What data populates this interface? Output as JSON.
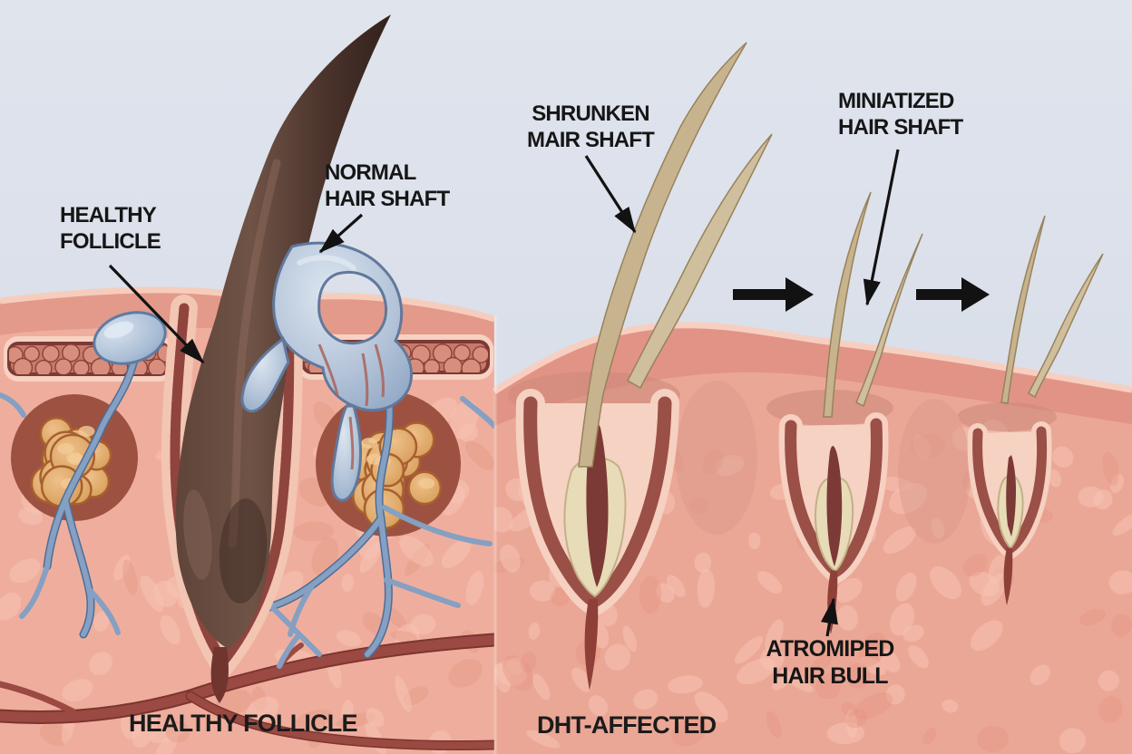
{
  "figure": {
    "type": "medical-illustration",
    "subject": "hair follicle miniaturization comparison"
  },
  "panels": {
    "left": {
      "caption": "HEALTHY FOLLICLE",
      "labels": {
        "follicle": {
          "line1": "HEALTHY",
          "line2": "FOLLICLE"
        },
        "hair_shaft": {
          "line1": "NORMAL",
          "line2": "HAIR SHAFT"
        }
      }
    },
    "right": {
      "caption": "DHT-AFFECTED",
      "labels": {
        "shrunken": {
          "line1": "SHRUNKEN",
          "line2": "MAIR SHAFT"
        },
        "miniatized": {
          "line1": "MINIATIZED",
          "line2": "HAIR SHAFT"
        },
        "atrophied": {
          "line1": "ATROMIPED",
          "line2": "HAIR BULL"
        }
      }
    }
  },
  "icons": {
    "progression_arrow_1": "right-arrow",
    "progression_arrow_2": "right-arrow"
  },
  "colors": {
    "sky": "#dce1ec",
    "skin_base_left": "#efae9d",
    "skin_base_right": "#eba796",
    "skin_band": "#e39a8a",
    "dermis_blob": "#f5c3b2",
    "epidermis_band": "#c8796b",
    "follicle_ring": "#9a4f47",
    "hair_dark": "#4a332b",
    "hair_tan": "#c7b48e",
    "bulb_cream": "#e8dbb7",
    "bulb_core": "#7c3a36",
    "gland_orange": "#dfa263",
    "vessel_blue": "#85a0c2",
    "vessel_red": "#9a4a42",
    "label_text": "#161616",
    "arrow_black": "#121212"
  }
}
